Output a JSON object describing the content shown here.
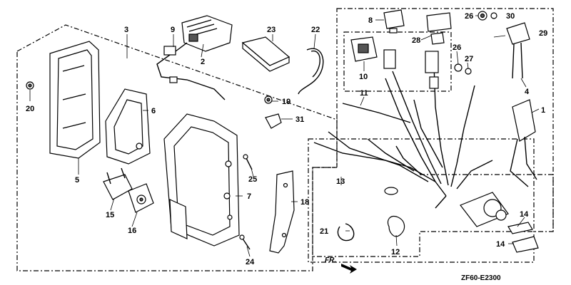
{
  "diagram_code": "ZF60-E2300",
  "direction_label": "FR.",
  "callouts": {
    "c1": "1",
    "c2": "2",
    "c3": "3",
    "c4": "4",
    "c5": "5",
    "c6": "6",
    "c7": "7",
    "c8": "8",
    "c9": "9",
    "c10": "10",
    "c11": "11",
    "c12": "12",
    "c13": "13",
    "c14a": "14",
    "c14b": "14",
    "c15": "15",
    "c16": "16",
    "c18": "18",
    "c19": "19",
    "c20": "20",
    "c21": "21",
    "c22": "22",
    "c23": "23",
    "c24": "24",
    "c25": "25",
    "c26a": "26",
    "c26b": "26",
    "c27": "27",
    "c28": "28",
    "c29": "29",
    "c30": "30",
    "c31": "31"
  }
}
